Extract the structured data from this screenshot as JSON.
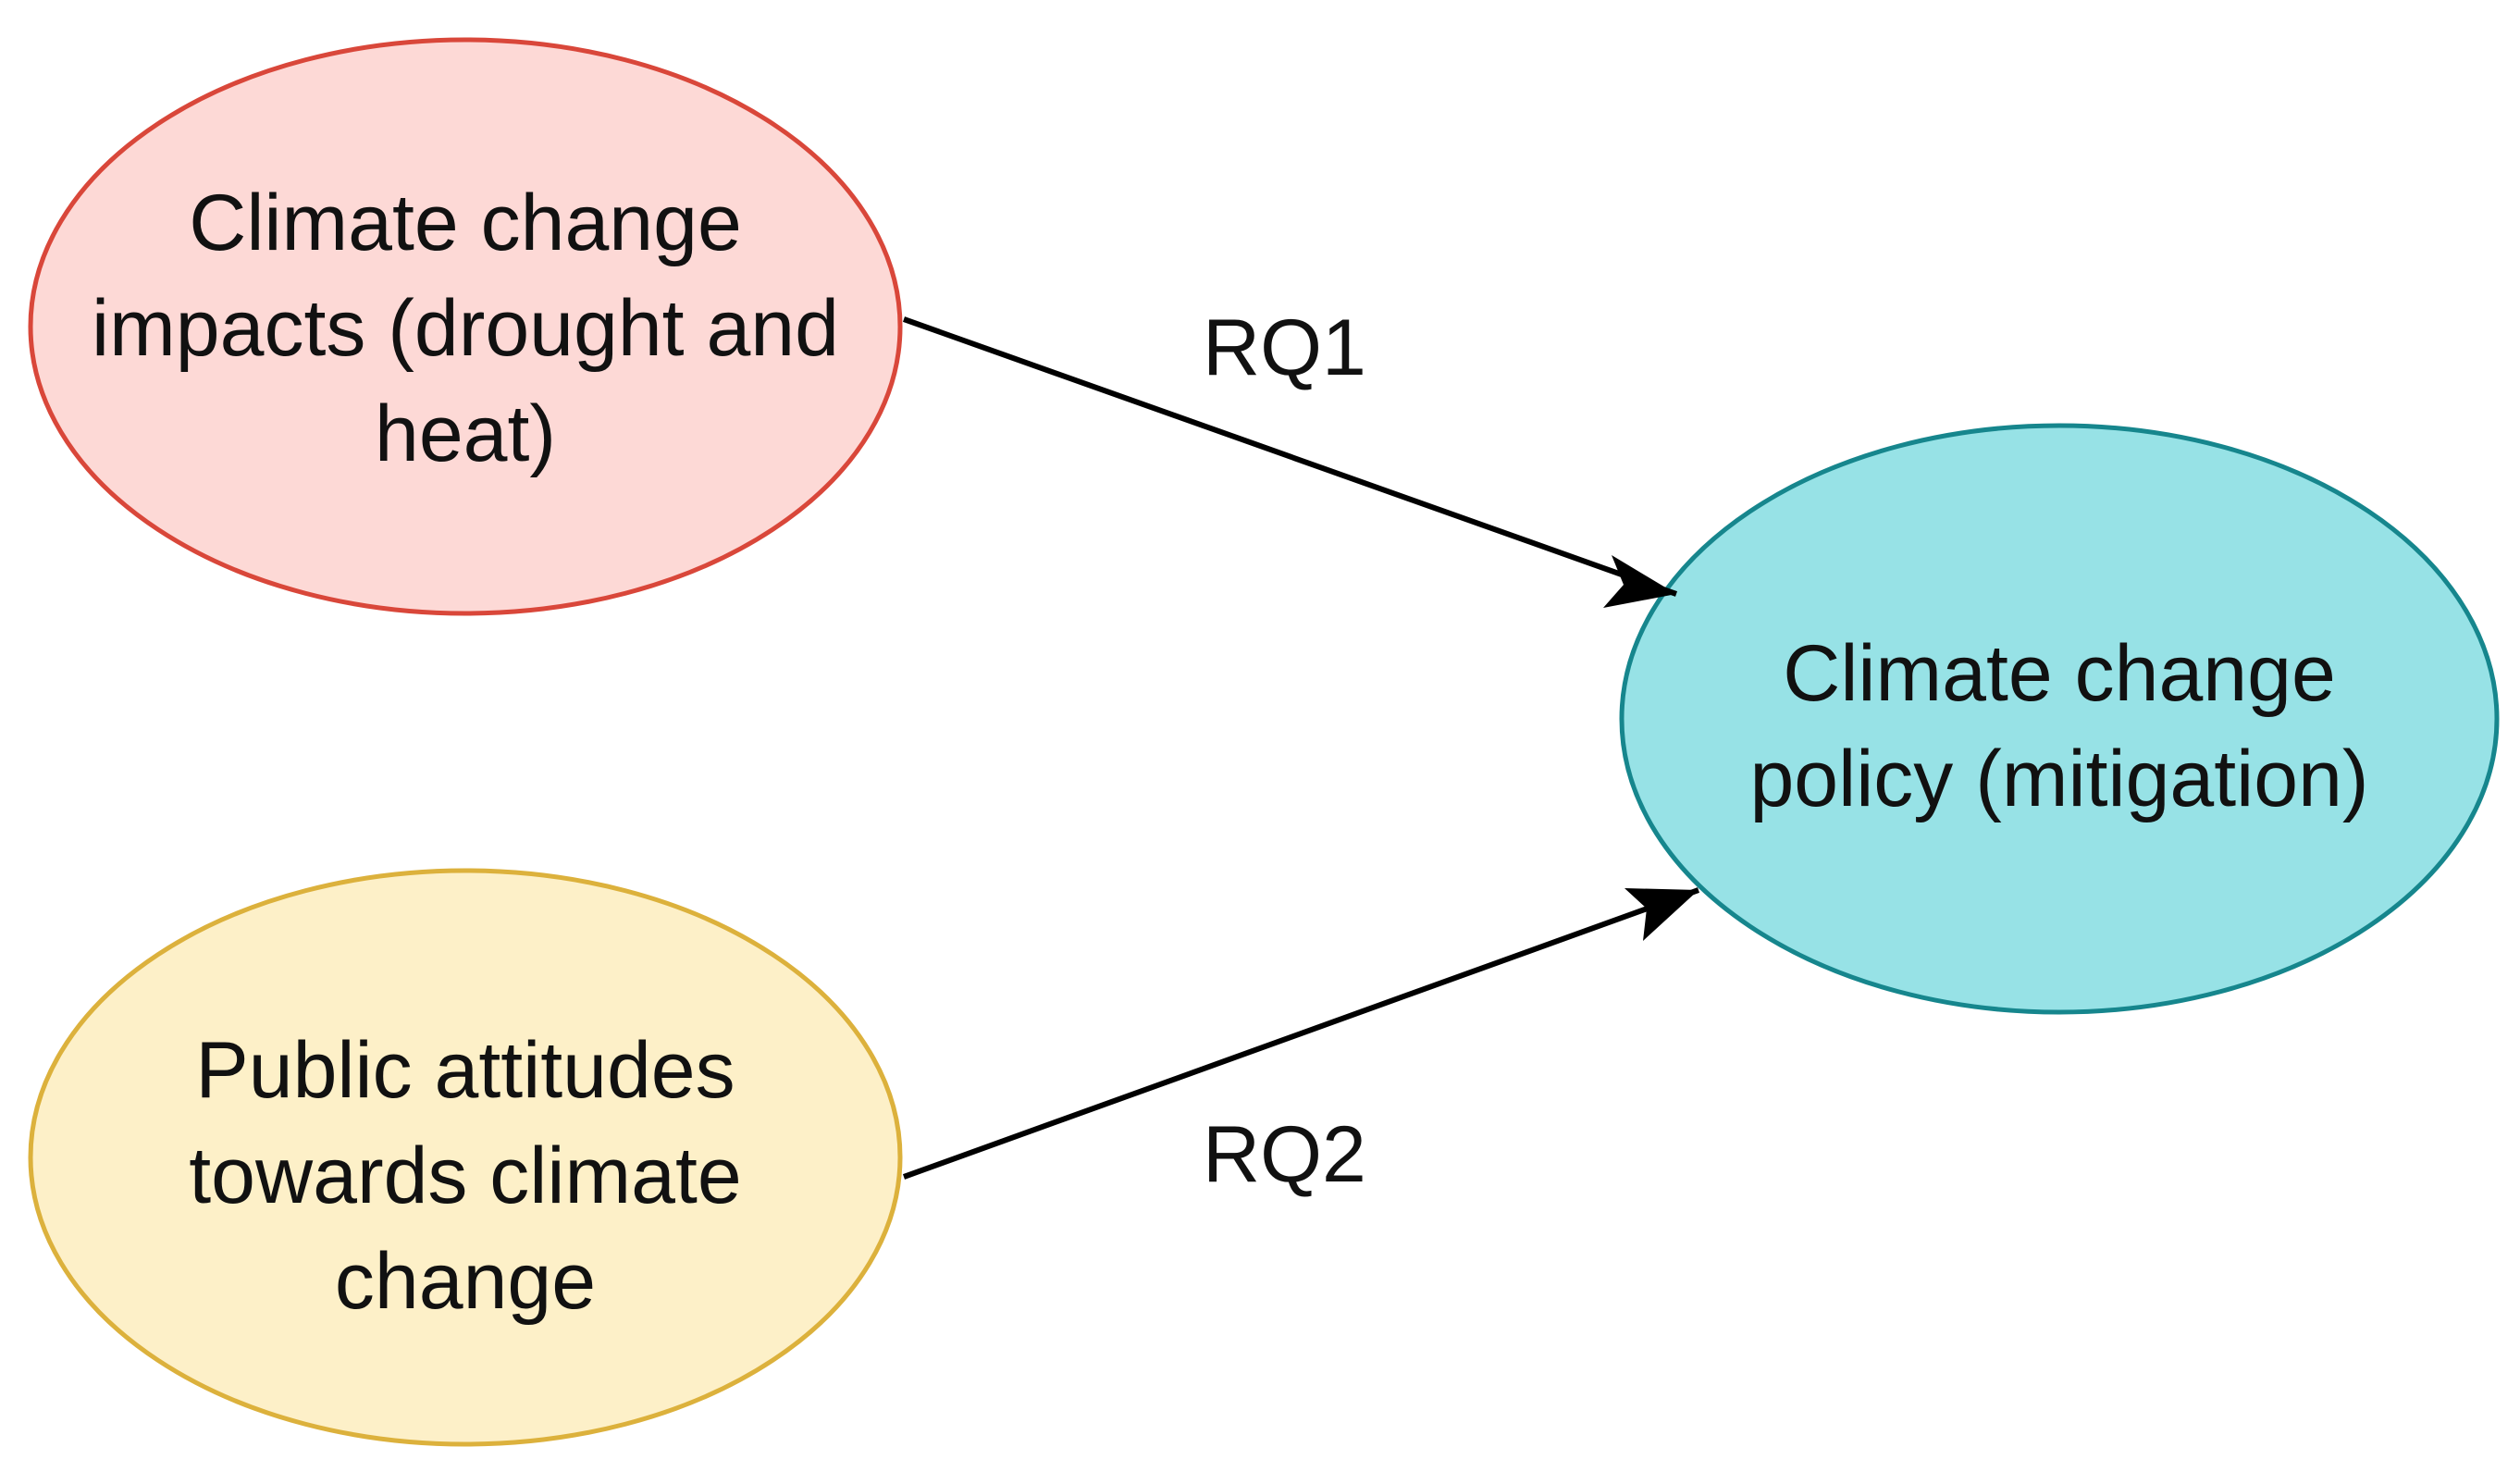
{
  "nodes": {
    "impacts": {
      "lines": [
        "Climate change",
        "impacts (drought and",
        "heat)"
      ],
      "fill": "#fdd9d6",
      "stroke": "#d9473a"
    },
    "attitudes": {
      "lines": [
        "Public attitudes",
        "towards climate",
        "change"
      ],
      "fill": "#fdf0c8",
      "stroke": "#dcb13c"
    },
    "policy": {
      "lines": [
        "Climate change",
        "policy (mitigation)"
      ],
      "fill": "#97e2e6",
      "stroke": "#16868d"
    }
  },
  "edges": {
    "rq1": {
      "label": "RQ1",
      "from": "impacts",
      "to": "policy"
    },
    "rq2": {
      "label": "RQ2",
      "from": "attitudes",
      "to": "policy"
    }
  },
  "colors": {
    "arrow": "#000000"
  }
}
